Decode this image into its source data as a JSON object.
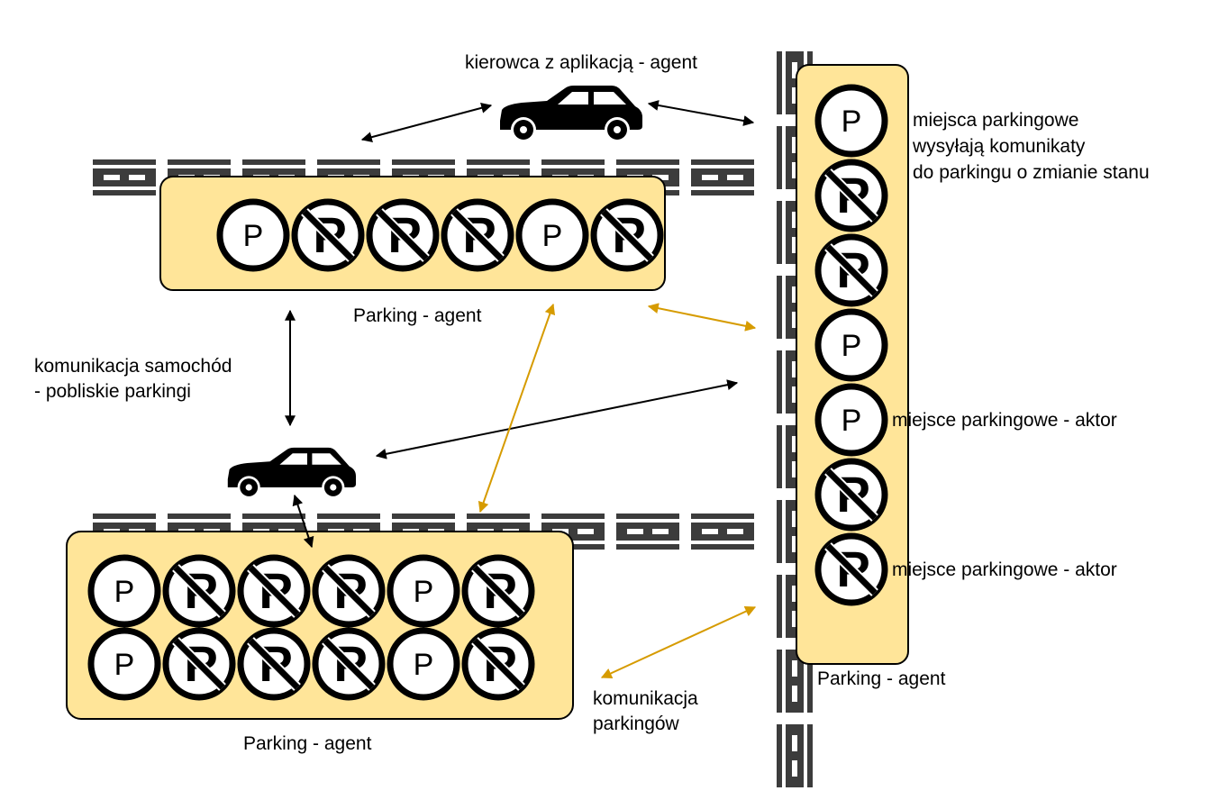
{
  "labels": {
    "driver": "kierowca z aplikacją - agent",
    "spots_line1": "miejsca parkingowe",
    "spots_line2": "wysyłają komunikaty",
    "spots_line3": "do parkingu o zmianie stanu",
    "parking_top": "Parking - agent",
    "car_comm_line1": "komunikacja samochód",
    "car_comm_line2": "- pobliskie parkingi",
    "spot_actor_1": "miejsce parkingowe - aktor",
    "spot_actor_2": "miejsce parkingowe - aktor",
    "parking_right": "Parking - agent",
    "parking_comm_line1": "komunikacja",
    "parking_comm_line2": "parkingów",
    "parking_bottom": "Parking - agent"
  },
  "sign_glyph": "P",
  "parkings": {
    "top": [
      "free",
      "taken",
      "taken",
      "taken",
      "free",
      "taken"
    ],
    "right": [
      "free",
      "taken",
      "taken",
      "free",
      "free",
      "taken",
      "taken"
    ],
    "bottom_row1": [
      "free",
      "taken",
      "taken",
      "taken",
      "free",
      "taken"
    ],
    "bottom_row2": [
      "free",
      "taken",
      "taken",
      "taken",
      "free",
      "taken"
    ]
  },
  "colors": {
    "parking_fill": "#ffe599",
    "road": "#3c3c3c",
    "arrow_black": "#000000",
    "arrow_gold": "#d69b00"
  }
}
